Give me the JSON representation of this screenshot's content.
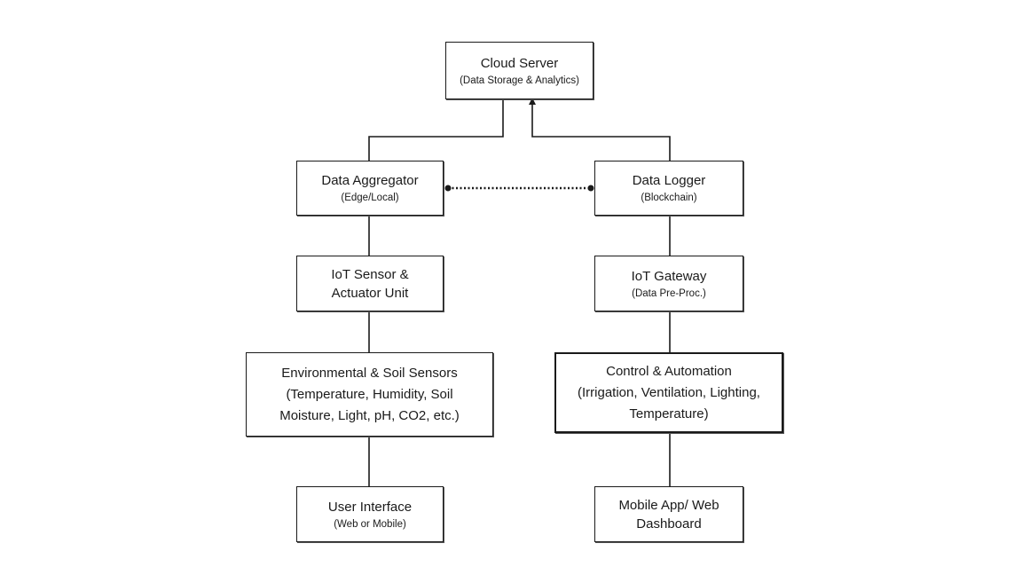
{
  "nodes": {
    "cloud_server": {
      "title": "Cloud Server",
      "sub": "(Data Storage & Analytics)"
    },
    "data_aggregator": {
      "title": "Data Aggregator",
      "sub": "(Edge/Local)"
    },
    "data_logger": {
      "title": "Data Logger",
      "sub": "(Blockchain)"
    },
    "iot_sensor_unit": {
      "line1": "IoT Sensor &",
      "line2": "Actuator Unit"
    },
    "iot_gateway": {
      "title": "IoT Gateway",
      "sub": "(Data Pre-Proc.)"
    },
    "env_soil_sensors": {
      "line1": "Environmental & Soil Sensors",
      "line2": "(Temperature, Humidity, Soil",
      "line3": "Moisture, Light, pH, CO2, etc.)"
    },
    "control_automation": {
      "line1": "Control & Automation",
      "line2": "(Irrigation, Ventilation, Lighting,",
      "line3": "Temperature)"
    },
    "user_interface": {
      "title": "User Interface",
      "sub": "(Web or Mobile)"
    },
    "mobile_app": {
      "line1": "Mobile App/ Web",
      "line2": "Dashboard"
    }
  },
  "connections": [
    {
      "from": "cloud_server",
      "to": "data_aggregator",
      "style": "solid"
    },
    {
      "from": "data_logger",
      "to": "cloud_server",
      "style": "solid-arrow"
    },
    {
      "from": "data_aggregator",
      "to": "data_logger",
      "style": "dotted-bidirectional"
    },
    {
      "from": "data_aggregator",
      "to": "iot_sensor_unit",
      "style": "solid"
    },
    {
      "from": "iot_sensor_unit",
      "to": "env_soil_sensors",
      "style": "solid"
    },
    {
      "from": "env_soil_sensors",
      "to": "user_interface",
      "style": "solid"
    },
    {
      "from": "data_logger",
      "to": "iot_gateway",
      "style": "solid"
    },
    {
      "from": "iot_gateway",
      "to": "control_automation",
      "style": "solid"
    },
    {
      "from": "control_automation",
      "to": "mobile_app",
      "style": "solid"
    }
  ]
}
